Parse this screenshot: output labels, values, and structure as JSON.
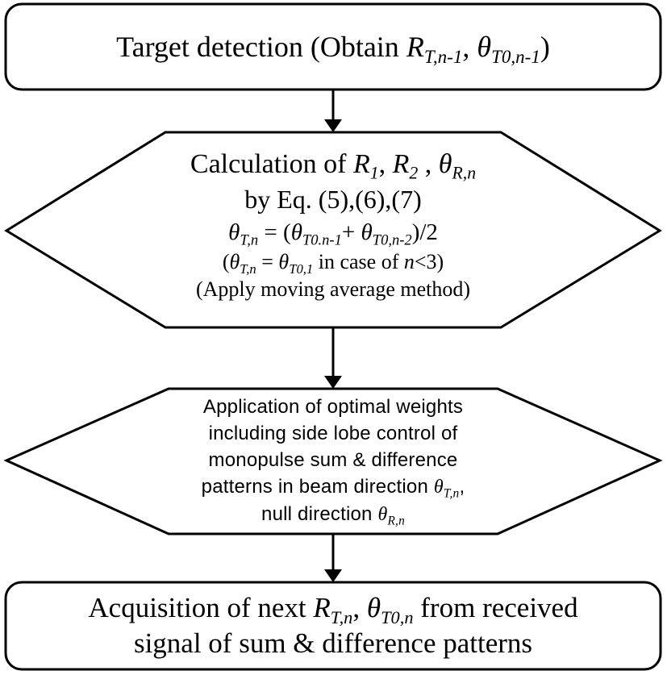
{
  "nodes": {
    "n1": {
      "text_pre": "Target detection (Obtain ",
      "r": "R",
      "r_sub": "T,n-1",
      "sep": ", ",
      "theta": "θ",
      "theta_sub": "T0,n-1",
      "text_post": ")"
    },
    "n2": {
      "l1_pre": "Calculation of ",
      "l1_r1": "R",
      "l1_r1_sub": "1",
      "l1_sep1": ", ",
      "l1_r2": "R",
      "l1_r2_sub": "2",
      "l1_sep2": " , ",
      "l1_theta": "θ",
      "l1_theta_sub": "R,n",
      "l2": "by Eq. (5),(6),(7)",
      "l3_theta": "θ",
      "l3_theta_sub": "T,n",
      "l3_mid": " = (",
      "l3_t1": "θ",
      "l3_t1_sub": "T0.n-1",
      "l3_plus": "+ ",
      "l3_t2": "θ",
      "l3_t2_sub": "T0,n-2",
      "l3_end": ")/2",
      "l4_open": "(",
      "l4_theta": "θ",
      "l4_theta_sub": "T,n",
      "l4_eq": " = ",
      "l4_t0": "θ",
      "l4_t0_sub": "T0,1",
      "l4_mid": " in case of ",
      "l4_n": "n",
      "l4_end": "<3)",
      "l5": "(Apply moving average method)"
    },
    "n3": {
      "l1": "Application of optimal weights",
      "l2": "including side lobe control of",
      "l3": "monopulse sum & difference",
      "l4_pre": "patterns in beam direction ",
      "l4_theta": "θ",
      "l4_theta_sub": "T,n",
      "l4_post": ",",
      "l5_pre": "null direction ",
      "l5_theta": "θ",
      "l5_theta_sub": "R,n"
    },
    "n4": {
      "l1_pre": "Acquisition of next ",
      "l1_r": "R",
      "l1_r_sub": "T,n",
      "l1_sep": ", ",
      "l1_theta": "θ",
      "l1_theta_sub": "T0,n",
      "l1_post": " from received",
      "l2": "signal of sum & difference patterns"
    }
  }
}
